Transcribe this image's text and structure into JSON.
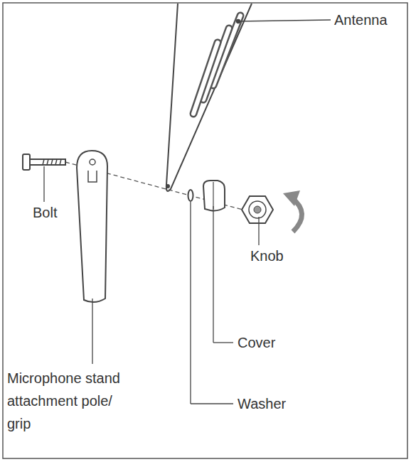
{
  "diagram": {
    "labels": [
      "Antenna",
      "Bolt",
      "Knob",
      "Cover",
      "Washer",
      "Microphone stand attachment pole/ grip"
    ]
  }
}
